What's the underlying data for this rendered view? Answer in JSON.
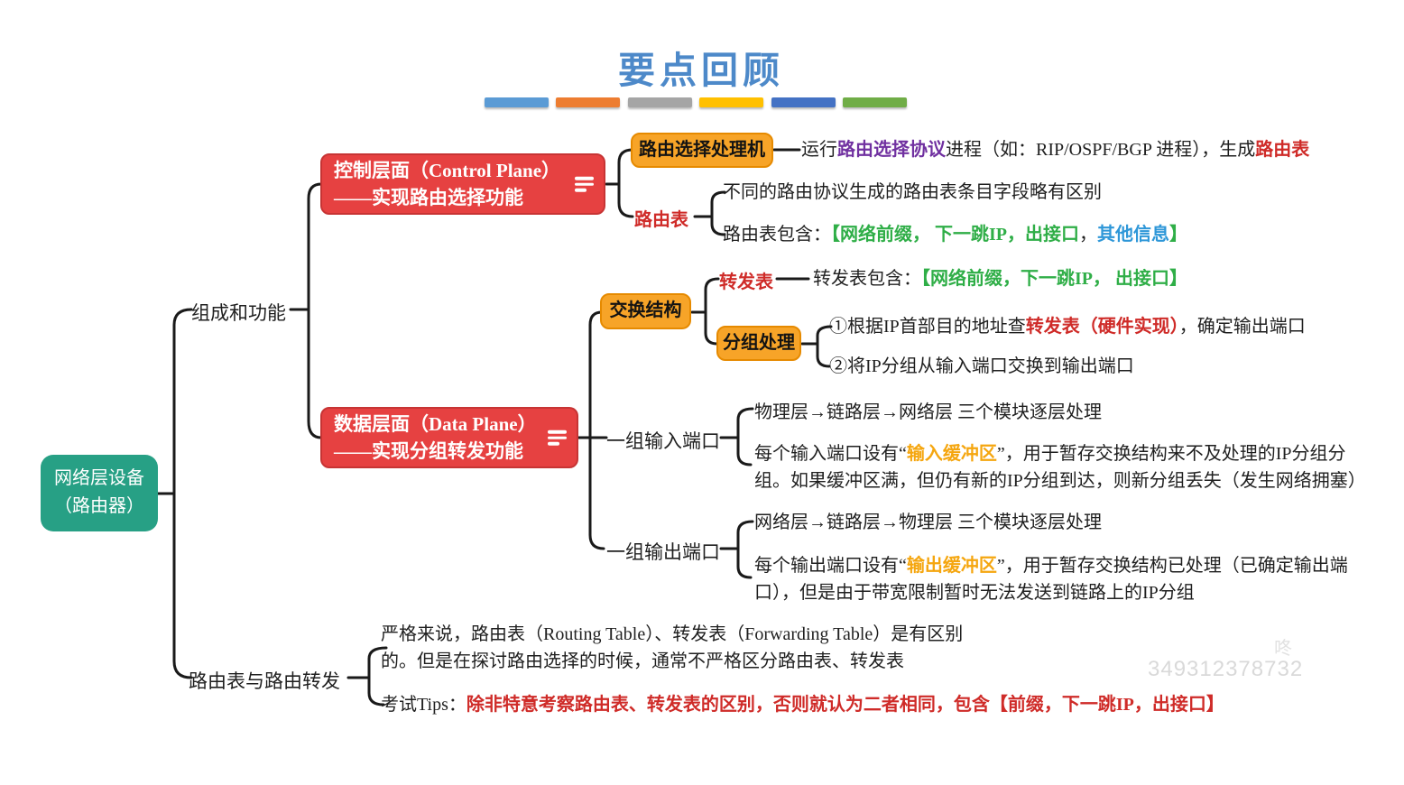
{
  "title": "要点回顾",
  "colors": {
    "title_blue": "#4d89c9",
    "node_red": "#e64141",
    "node_orange": "#f7a428",
    "node_teal": "#27a085",
    "text_red": "#cf2b28",
    "text_green": "#2fae47",
    "text_blue": "#2e97d8",
    "text_purple": "#7030a0",
    "text_orange": "#f5a60f",
    "bars": [
      "#5b9bd5",
      "#ed7d31",
      "#a5a5a5",
      "#ffc000",
      "#4472c4",
      "#70ad47"
    ]
  },
  "root": {
    "line1": "网络层设备",
    "line2": "（路由器）"
  },
  "branches": {
    "composition": {
      "label": "组成和功能",
      "control_plane": {
        "line1": "控制层面（Control Plane）",
        "line2": "——实现路由选择功能",
        "route_processor": {
          "label": "路由选择处理机",
          "desc": {
            "pre": "运行",
            "protocol": "路由选择协议",
            "mid": "进程（如：RIP/OSPF/BGP 进程），生成",
            "table": "路由表"
          }
        },
        "routing_table": {
          "label": "路由表",
          "diff": "不同的路由协议生成的路由表条目字段略有区别",
          "contains": {
            "pre": "路由表包含：",
            "green": "【网络前缀， 下一跳IP，出接口",
            "comma": "，",
            "blue": "其他信息",
            "close": "】"
          }
        }
      },
      "data_plane": {
        "line1": "数据层面（Data Plane）",
        "line2": "——实现分组转发功能",
        "switch_fabric": {
          "label": "交换结构",
          "forwarding_table": {
            "label": "转发表",
            "contains": {
              "pre": "转发表包含：",
              "green": "【网络前缀，下一跳IP， 出接口】"
            }
          },
          "packet_processing": {
            "label": "分组处理",
            "step1": {
              "pre": "①根据IP首部目的地址查",
              "red": "转发表（硬件实现）",
              "post": "，确定输出端口"
            },
            "step2": "②将IP分组从输入端口交换到输出端口"
          }
        },
        "input_ports": {
          "label": "一组输入端口",
          "layers": "物理层→链路层→网络层 三个模块逐层处理",
          "buffer": {
            "pre": "每个输入端口设有“",
            "highlight": "输入缓冲区",
            "post_line1": "”，用于暂存交换结构来不及处理的IP分组分",
            "post_line2": "组。如果缓冲区满，但仍有新的IP分组到达，则新分组丢失（发生网络拥塞）"
          }
        },
        "output_ports": {
          "label": "一组输出端口",
          "layers": "网络层→链路层→物理层 三个模块逐层处理",
          "buffer": {
            "pre": "每个输出端口设有“",
            "highlight": "输出缓冲区",
            "post_line1": "”，用于暂存交换结构已处理（已确定输出端",
            "post_line2": "口），但是由于带宽限制暂时无法发送到链路上的IP分组"
          }
        }
      }
    },
    "routing_vs_forwarding": {
      "label": "路由表与路由转发",
      "strict_line1": "严格来说，路由表（Routing Table）、转发表（Forwarding Table）是有区别",
      "strict_line2": "的。但是在探讨路由选择的时候，通常不严格区分路由表、转发表",
      "tips": {
        "label": "考试Tips：",
        "text": "除非特意考察路由表、转发表的区别，否则就认为二者相同，包含【前缀，下一跳IP，出接口】"
      }
    }
  },
  "watermark": {
    "id": "349312378732",
    "glyph": "咚"
  }
}
